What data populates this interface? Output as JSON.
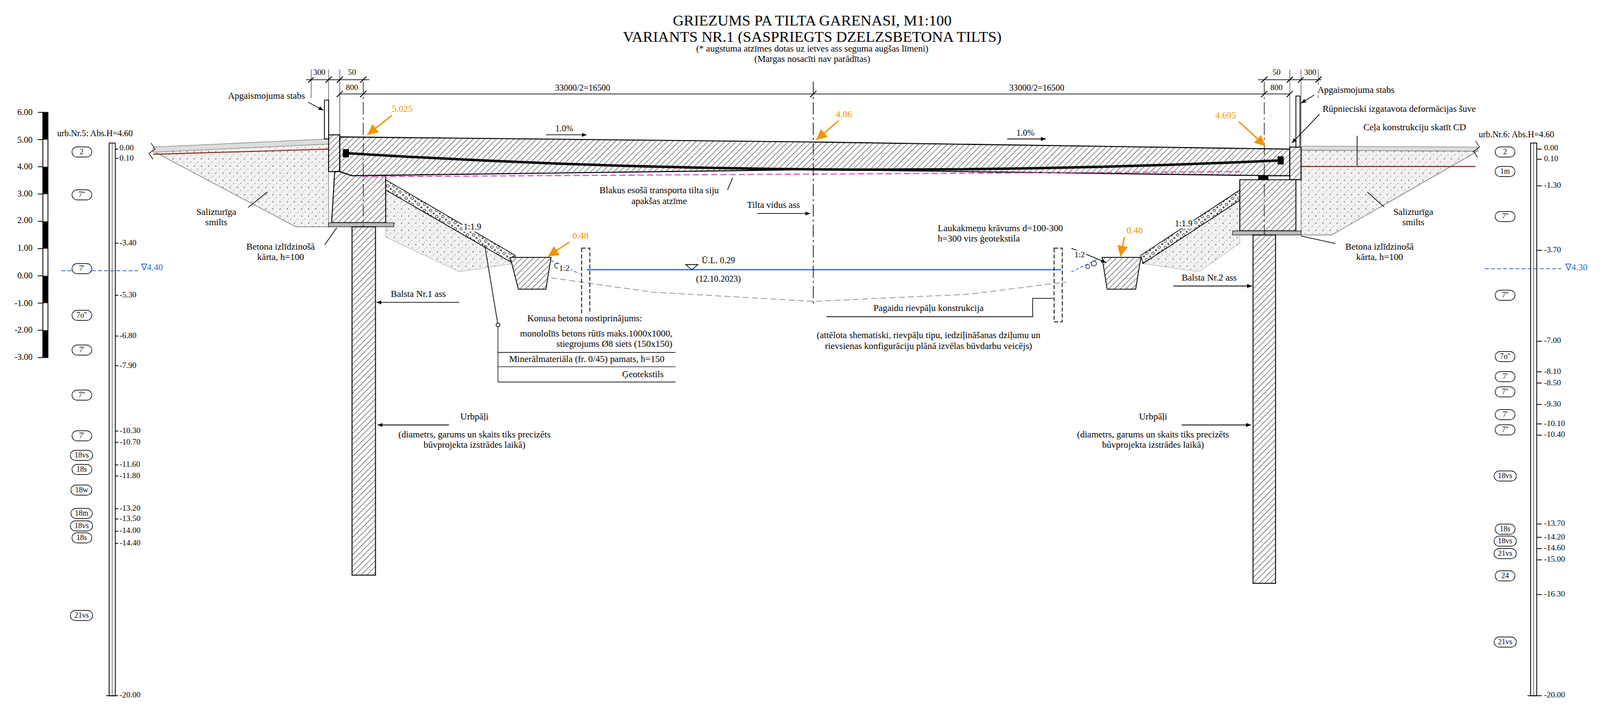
{
  "diagram": {
    "title": "GRIEZUMS PA TILTA GARENASI, M1:100",
    "nodes": [
      {
        "text": [
          "2"
        ]
      },
      {
        "text": [
          "7''"
        ]
      },
      {
        "text": [
          "7'"
        ]
      },
      {
        "text": [
          "7o''"
        ]
      },
      {
        "text": [
          "7'"
        ]
      },
      {
        "text": [
          "7''"
        ]
      },
      {
        "text": [
          "7'"
        ]
      },
      {
        "text": [
          "18vs"
        ]
      },
      {
        "text": [
          "18s"
        ]
      },
      {
        "text": [
          "18w"
        ]
      },
      {
        "text": [
          "18m"
        ]
      },
      {
        "text": [
          "18vs"
        ]
      },
      {
        "text": [
          "18s"
        ]
      },
      {
        "text": [
          "21vs"
        ]
      },
      {
        "text": [
          "2"
        ]
      },
      {
        "text": [
          "1m"
        ]
      },
      {
        "text": [
          "7''"
        ]
      },
      {
        "text": [
          "7''"
        ]
      },
      {
        "text": [
          "7o''"
        ]
      },
      {
        "text": [
          "7'"
        ]
      },
      {
        "text": [
          "7''"
        ]
      },
      {
        "text": [
          "7'"
        ]
      },
      {
        "text": [
          "7''"
        ]
      },
      {
        "text": [
          "18vs"
        ]
      },
      {
        "text": [
          "18s"
        ]
      },
      {
        "text": [
          "18vs"
        ]
      },
      {
        "text": [
          "21vs"
        ]
      },
      {
        "text": [
          "24"
        ]
      },
      {
        "text": [
          "21vs"
        ]
      }
    ],
    "labels": [
      "VARIANTS NR.1 (SASPRIEGTS DZELZSBETONA TILTS)",
      "(* augstuma atzīmes dotas uz ietves ass seguma augšas līmeni)",
      "(Margas nosacīti nav parādītas)",
      "6.00",
      "5.00",
      "4.00",
      "3.00",
      "2.00",
      "1.00",
      "0.00",
      "-1.00",
      "-2.00",
      "-3.00",
      "urb.Nr.5: Abs.H=4.60",
      "0.00",
      "0.10",
      "-3.40",
      "-5.30",
      "-6.80",
      "-7.90",
      "-10.30",
      "-10.70",
      "-11.60",
      "-11.80",
      "-13.20",
      "-13.50",
      "-14.00",
      "-14.40",
      "-20.00",
      "∇4.40",
      "urb.Nr.6: Abs.H=4.60",
      "0.00",
      "0.10",
      "-1.30",
      "-3.70",
      "-7.00",
      "-8.10",
      "-8.50",
      "-9.30",
      "-10.10",
      "-10.40",
      "-13.70",
      "-14.20",
      "-14.60",
      "-15.00",
      "-16.30",
      "-20.00",
      "∇4.30",
      "300",
      "50",
      "800",
      "33000/2=16500",
      "33000/2=16500",
      "800",
      "50",
      "300",
      "Apgaismojuma stabs",
      "Apgaismojuma stabs",
      "5.025",
      "4.86",
      "4.695",
      "1.0%",
      "1.0%",
      "Rūpnieciski izgatavota deformācijas šuve",
      "Ceļa konstrukciju skatīt CD",
      "Salizturīga smilts",
      "Salizturīga smilts",
      "Betona izlīdzinošā kārta, h=100",
      "Betona izlīdzinošā kārta, h=100",
      "Blakus esošā transporta tilta siju apakšas atzīme",
      "Tilta vidus ass",
      "1:1.9",
      "1:1.9",
      "0.48",
      "0.48",
      "1:2",
      "1:2",
      "Ū.L. 0.29",
      "(12.10.2023)",
      "Laukakmeņu krāvums d=100-300 h=300 virs ģeotekstila",
      "Balsta Nr.1 ass",
      "Balsta Nr.2 ass",
      "Konusa betona nostiprinājums:",
      "monololīts betons rūtīs maks.1000x1000, stiegrojums Ø8 siets (150x150)",
      "Minerālmateriāla (fr. 0/45) pamats, h=150",
      "Ģeotekstils",
      "Pagaidu rievpāļu konstrukcija",
      "(attēlota shematiski, rievpāļu tipu, iedziļināšanas dziļumu un rievsienas konfigurāciju plānā izvēlas būvdarbu veicējs)",
      "Urbpāļi",
      "(diametrs, garums un skaits tiks precizēts būvprojekta izstrādes laikā)",
      "Urbpāļi",
      "(diametrs, garums un skaits tiks precizēts būvprojekta izstrādes laikā)"
    ]
  }
}
